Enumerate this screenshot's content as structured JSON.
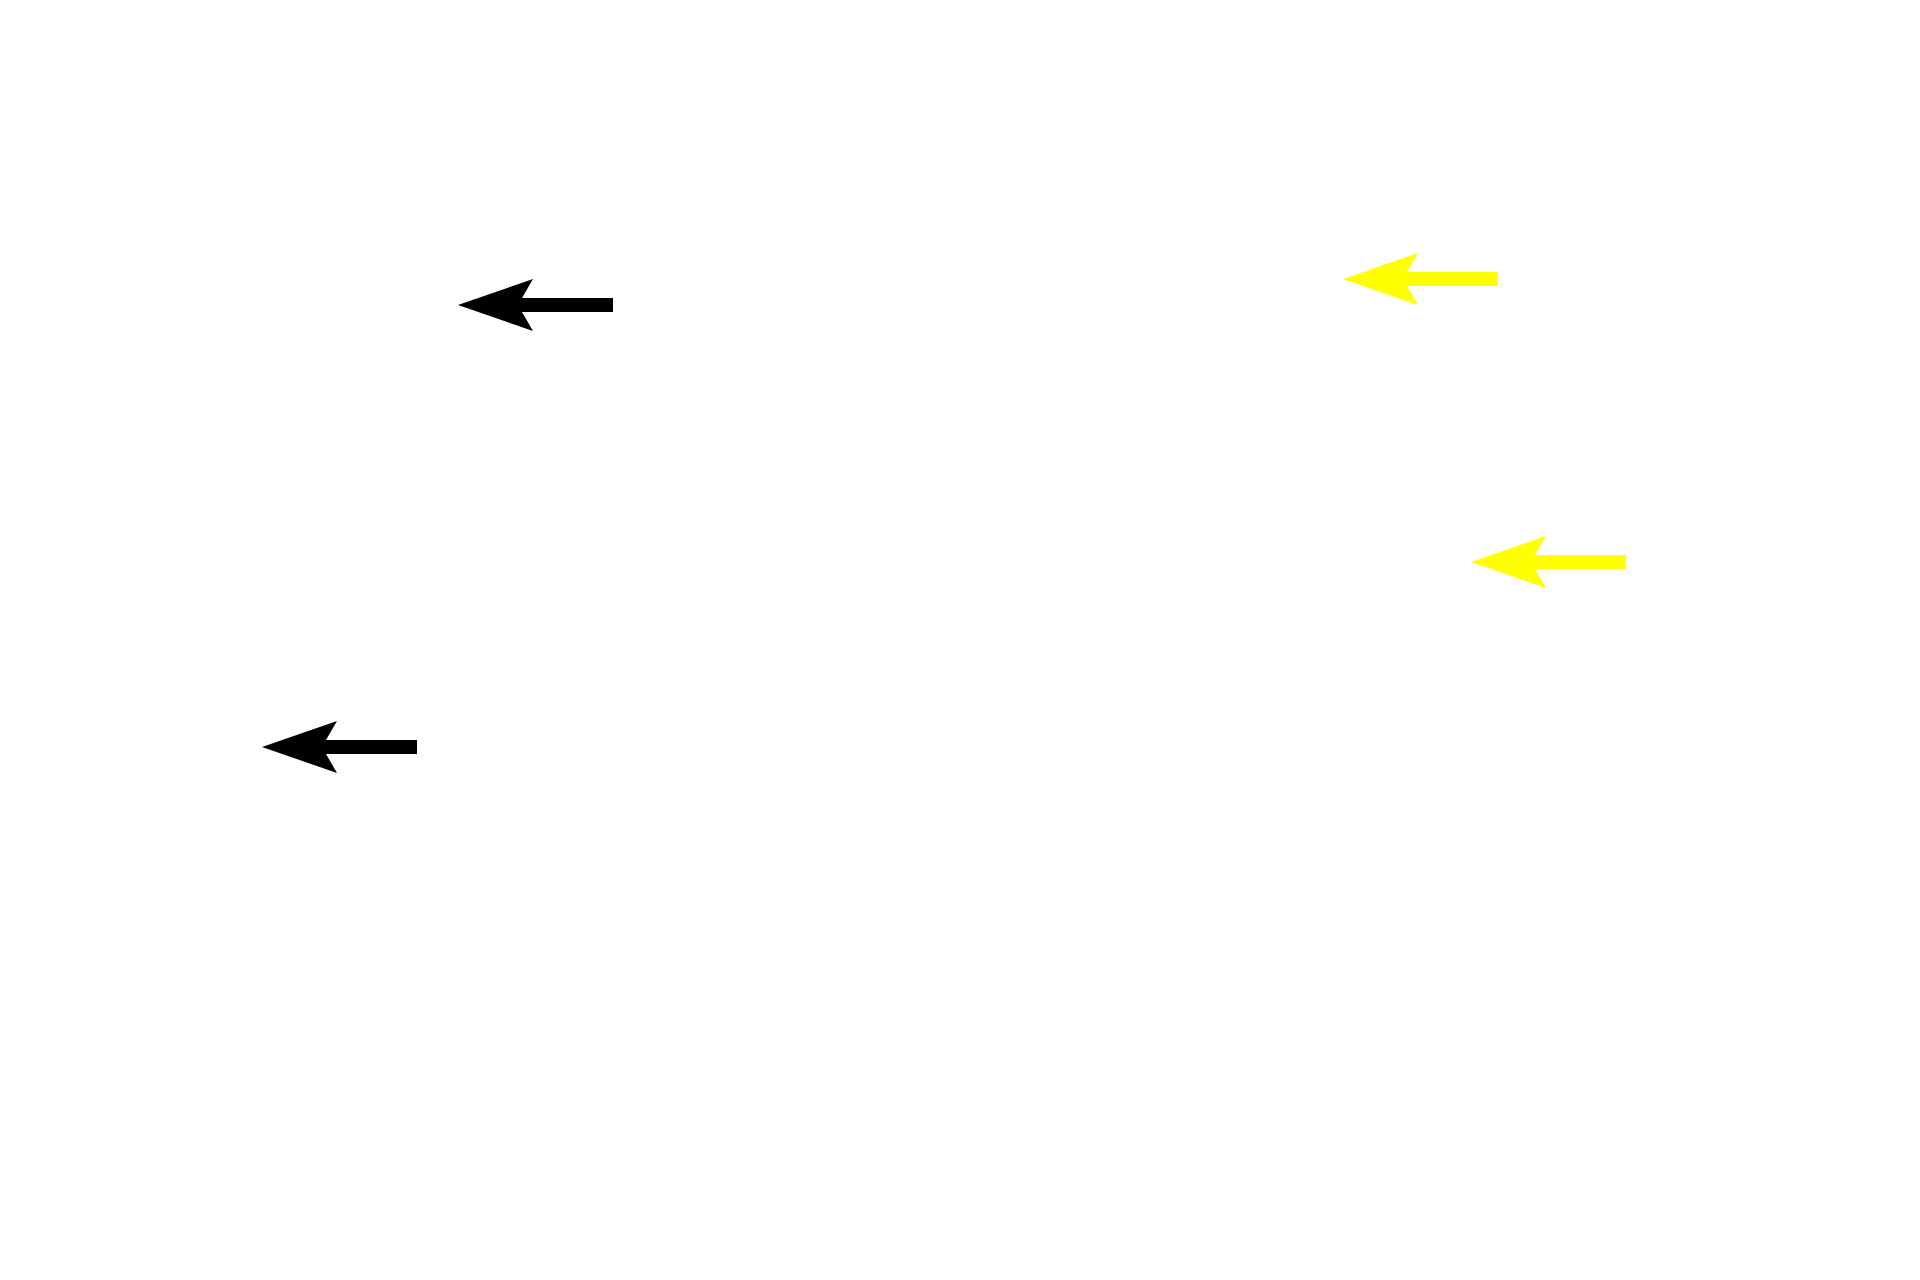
{
  "background_color": "#ffffff",
  "arrows": [
    {
      "icon": "arrow-left-icon",
      "color": "#000000",
      "direction": "left"
    },
    {
      "icon": "arrow-left-icon",
      "color": "#ffff00",
      "direction": "left"
    },
    {
      "icon": "arrow-left-icon",
      "color": "#ffff00",
      "direction": "left"
    },
    {
      "icon": "arrow-left-icon",
      "color": "#000000",
      "direction": "left"
    }
  ]
}
